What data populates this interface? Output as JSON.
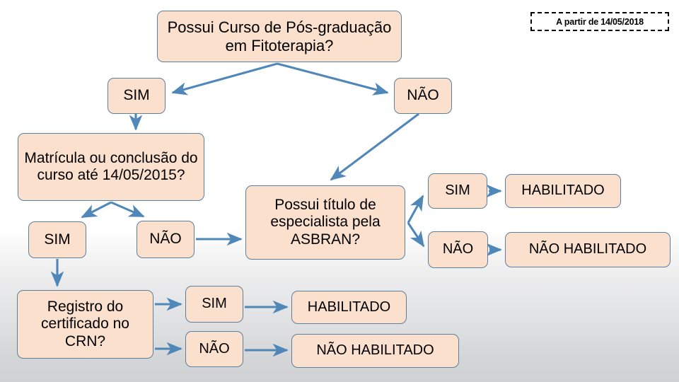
{
  "diagram": {
    "title_node": "Possui Curso de Pós-graduação em Fitoterapia?",
    "note": "A partir de 14/05/2018",
    "nodes": {
      "pos_graduacao": "Possui Curso de Pós-graduação em Fitoterapia?",
      "sim_top_left": "SIM",
      "nao_top_right": "NÃO",
      "matricula": "Matrícula ou conclusão do curso até 14/05/2015?",
      "sim_matricula": "SIM",
      "nao_matricula": "NÃO",
      "asbran": "Possui título de especialista pela ASBRAN?",
      "sim_asbran": "SIM",
      "habilitado_asbran": "HABILITADO",
      "nao_asbran": "NÃO",
      "nao_habilitado_asbran": "NÃO HABILITADO",
      "registro_crn": "Registro do certificado no CRN?",
      "sim_registro": "SIM",
      "habilitado_registro": "HABILITADO",
      "nao_registro": "NÃO",
      "nao_habilitado_registro": "NÃO HABILITADO"
    },
    "colors": {
      "node_fill": "#fbe0cd",
      "node_border": "#5b7f9e",
      "arrow": "#4f87b8",
      "note_border": "#000000",
      "text": "#000000"
    }
  }
}
